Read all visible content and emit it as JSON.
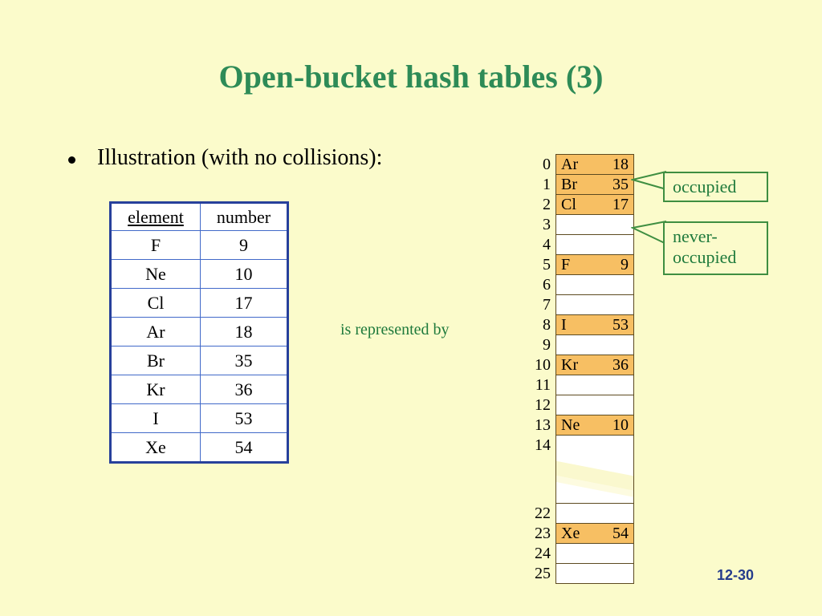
{
  "slide": {
    "title": "Open-bucket hash tables (3)",
    "background_color": "#FBFBCB",
    "title_color": "#2E8B57",
    "page_number": "12-30",
    "page_number_color": "#253C8C"
  },
  "bullet": {
    "marker": "bullet-dot",
    "text": "Illustration (with no collisions):"
  },
  "element_table": {
    "headers": [
      "element",
      "number"
    ],
    "rows": [
      {
        "element": "F",
        "number": "9"
      },
      {
        "element": "Ne",
        "number": "10"
      },
      {
        "element": "Cl",
        "number": "17"
      },
      {
        "element": "Ar",
        "number": "18"
      },
      {
        "element": "Br",
        "number": "35"
      },
      {
        "element": "Kr",
        "number": "36"
      },
      {
        "element": "I",
        "number": "53"
      },
      {
        "element": "Xe",
        "number": "54"
      }
    ],
    "border_color": "#27409B"
  },
  "connector": {
    "label": "is represented by",
    "color": "#1F7A3C"
  },
  "hash_table": {
    "occupied_color": "#F7BF63",
    "empty_color": "#FFFFFF",
    "border_color": "#5C4A20",
    "buckets": [
      {
        "index": "0",
        "element": "Ar",
        "number": "18",
        "occupied": true
      },
      {
        "index": "1",
        "element": "Br",
        "number": "35",
        "occupied": true
      },
      {
        "index": "2",
        "element": "Cl",
        "number": "17",
        "occupied": true
      },
      {
        "index": "3",
        "element": "",
        "number": "",
        "occupied": false
      },
      {
        "index": "4",
        "element": "",
        "number": "",
        "occupied": false
      },
      {
        "index": "5",
        "element": "F",
        "number": "9",
        "occupied": true
      },
      {
        "index": "6",
        "element": "",
        "number": "",
        "occupied": false
      },
      {
        "index": "7",
        "element": "",
        "number": "",
        "occupied": false
      },
      {
        "index": "8",
        "element": "I",
        "number": "53",
        "occupied": true
      },
      {
        "index": "9",
        "element": "",
        "number": "",
        "occupied": false
      },
      {
        "index": "10",
        "element": "Kr",
        "number": "36",
        "occupied": true
      },
      {
        "index": "11",
        "element": "",
        "number": "",
        "occupied": false
      },
      {
        "index": "12",
        "element": "",
        "number": "",
        "occupied": false
      },
      {
        "index": "13",
        "element": "Ne",
        "number": "10",
        "occupied": true
      },
      {
        "index": "14",
        "element": "",
        "number": "",
        "occupied": false
      }
    ],
    "buckets_after_break": [
      {
        "index": "22",
        "element": "",
        "number": "",
        "occupied": false
      },
      {
        "index": "23",
        "element": "Xe",
        "number": "54",
        "occupied": true
      },
      {
        "index": "24",
        "element": "",
        "number": "",
        "occupied": false
      },
      {
        "index": "25",
        "element": "",
        "number": "",
        "occupied": false
      }
    ]
  },
  "callouts": [
    {
      "label": "occupied",
      "target_index": "1",
      "color": "#1F7A3C"
    },
    {
      "label": "never-\noccupied",
      "target_index": "3",
      "color": "#1F7A3C"
    }
  ]
}
